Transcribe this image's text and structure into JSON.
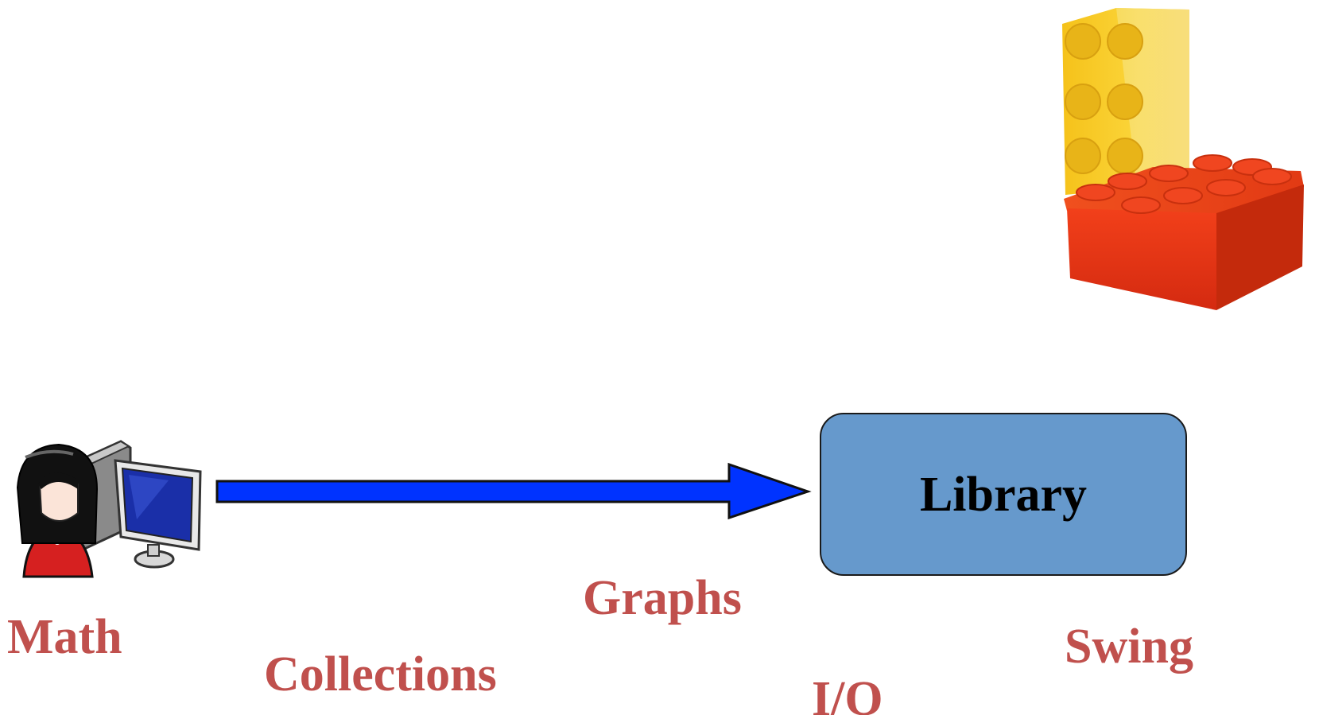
{
  "library": {
    "label": "Library",
    "fill": "#6699cc"
  },
  "topics": {
    "math": "Math",
    "collections": "Collections",
    "graphs": "Graphs",
    "io": "I/O",
    "swing": "Swing",
    "color": "#c0504d"
  },
  "arrow": {
    "color": "#0033ff"
  },
  "icons": {
    "user": "user-at-computer-icon",
    "bricks": "lego-bricks-icon"
  }
}
